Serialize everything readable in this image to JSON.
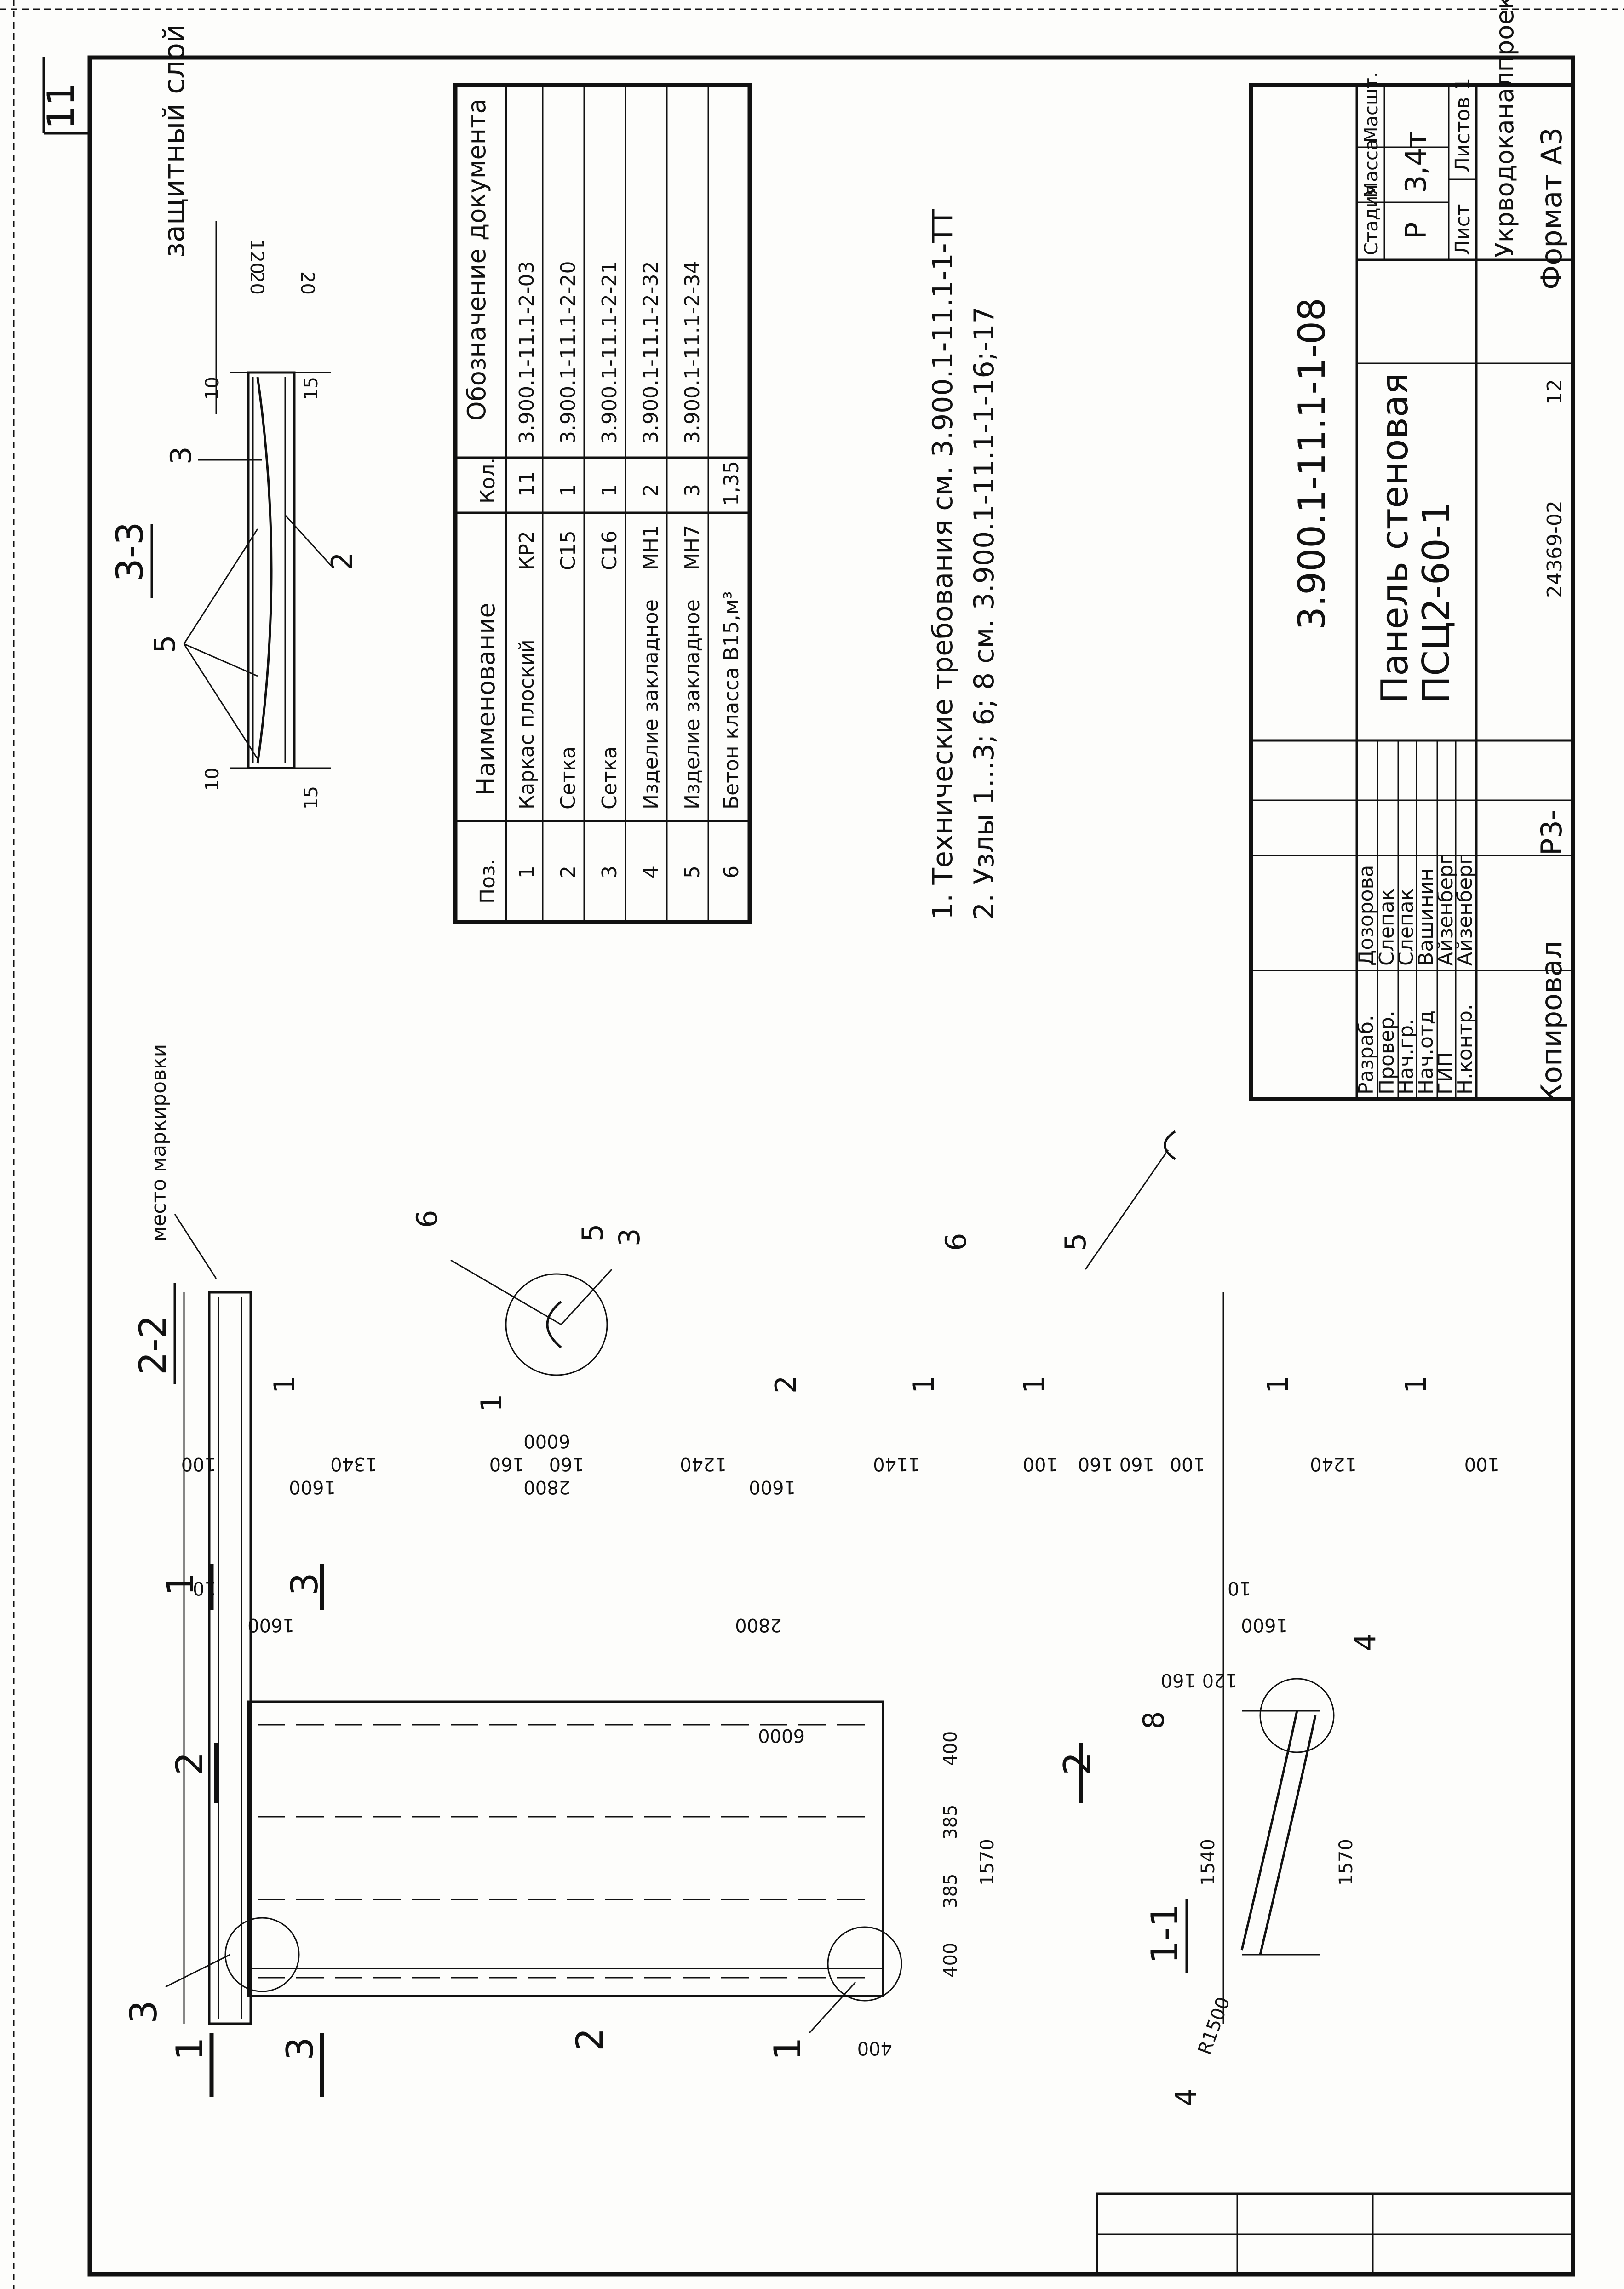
{
  "sheet_number": "11",
  "title_block": {
    "code": "3.900.1-11.1-1-08",
    "name_line1": "Панель стеновая",
    "name_line2": "ПСЦ2-60-1",
    "stage_header": "Стадия",
    "mass_header": "Масса",
    "scale_header": "Масшт.",
    "stage": "Р",
    "mass": "3,4т",
    "sheet_label": "Лист",
    "sheets_label": "Листов 1",
    "org": "Укрводоканалпроект",
    "roles": [
      {
        "role": "Разраб.",
        "name": "Дозорова"
      },
      {
        "role": "Провер.",
        "name": "Слепак"
      },
      {
        "role": "Нач.гр.",
        "name": "Слепак"
      },
      {
        "role": "Нач.отд",
        "name": "Вашинин"
      },
      {
        "role": "ГИП",
        "name": "Айзенберг"
      },
      {
        "role": "Н.контр.",
        "name": "Айзенберг"
      }
    ]
  },
  "footer": {
    "copied": "Копировал",
    "archive": "24369-02",
    "sheet": "12",
    "format": "Формат А3",
    "mark": "Р3-"
  },
  "spec": {
    "headers": [
      "Поз.",
      "Наименование",
      "Кол.",
      "Обозначение документа"
    ],
    "rows": [
      {
        "pos": "1",
        "name": "Каркас плоский",
        "mark": "КР2",
        "qty": "11",
        "doc": "3.900.1-11.1-2-03"
      },
      {
        "pos": "2",
        "name": "Сетка",
        "mark": "С15",
        "qty": "1",
        "doc": "3.900.1-11.1-2-20"
      },
      {
        "pos": "3",
        "name": "Сетка",
        "mark": "С16",
        "qty": "1",
        "doc": "3.900.1-11.1-2-21"
      },
      {
        "pos": "4",
        "name": "Изделие закладное",
        "mark": "МН1",
        "qty": "2",
        "doc": "3.900.1-11.1-2-32"
      },
      {
        "pos": "5",
        "name": "Изделие закладное",
        "mark": "МН7",
        "qty": "3",
        "doc": "3.900.1-11.1-2-34"
      },
      {
        "pos": "6",
        "name": "Бетон класса В15,м³",
        "mark": "",
        "qty": "1,35",
        "doc": ""
      }
    ]
  },
  "notes": [
    "1. Технические требования см. 3.900.1-11.1-1-ТТ",
    "2. Узлы 1...3; 6; 8 см. 3.900.1-11.1-1-16;-17"
  ],
  "section_33": {
    "title": "3-3",
    "protective_layer": "защитный слой",
    "dims": [
      "20",
      "20",
      "120",
      "10",
      "15",
      "10",
      "15"
    ],
    "callouts": [
      "5",
      "3",
      "2"
    ]
  },
  "section_22": {
    "title": "2-2",
    "marking_place": "место маркировки",
    "dims_top": [
      "1600",
      "2800",
      "1600",
      "6000",
      "10",
      "10"
    ],
    "dims_bottom": [
      "100",
      "1340",
      "160",
      "160",
      "1240",
      "1140",
      "100",
      "160",
      "160",
      "100",
      "1240",
      "100"
    ],
    "callouts": [
      "6",
      "5",
      "3",
      "1",
      "1",
      "2",
      "6",
      "5",
      "1",
      "1",
      "1",
      "1"
    ]
  },
  "elevation": {
    "dims": [
      "6000",
      "1600",
      "2800",
      "1600",
      "400",
      "385",
      "385",
      "400",
      "1570",
      "400"
    ],
    "cut_marks": [
      "1",
      "3",
      "2",
      "2",
      "1",
      "3"
    ],
    "callouts": [
      "3",
      "2",
      "1"
    ]
  },
  "section_11": {
    "title": "1-1",
    "dims": [
      "1540",
      "1570",
      "120",
      "160",
      "R1500"
    ],
    "callouts": [
      "8",
      "4",
      "4"
    ]
  }
}
